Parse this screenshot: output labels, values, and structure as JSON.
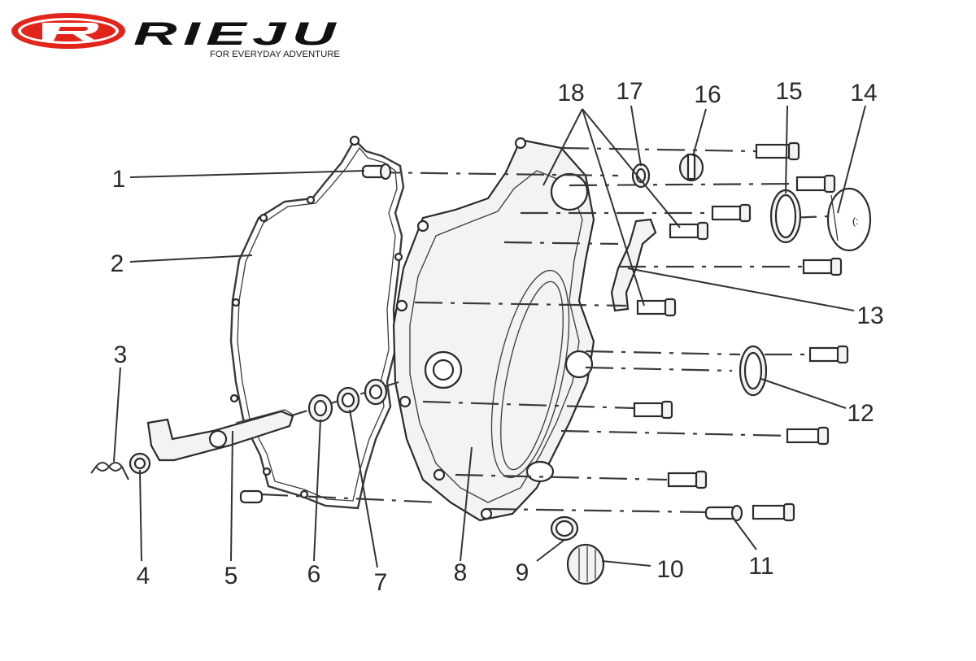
{
  "brand": {
    "name": "RIEJU",
    "tagline": "FOR EVERYDAY ADVENTURE",
    "colors": {
      "red": "#e3241b",
      "black": "#111111"
    }
  },
  "diagram": {
    "callouts": [
      {
        "id": "c1",
        "label": "1"
      },
      {
        "id": "c2",
        "label": "2"
      },
      {
        "id": "c3",
        "label": "3"
      },
      {
        "id": "c4",
        "label": "4"
      },
      {
        "id": "c5",
        "label": "5"
      },
      {
        "id": "c6",
        "label": "6"
      },
      {
        "id": "c7",
        "label": "7"
      },
      {
        "id": "c8",
        "label": "8"
      },
      {
        "id": "c9",
        "label": "9"
      },
      {
        "id": "c10",
        "label": "10"
      },
      {
        "id": "c11",
        "label": "11"
      },
      {
        "id": "c12",
        "label": "12"
      },
      {
        "id": "c13",
        "label": "13"
      },
      {
        "id": "c14",
        "label": "14"
      },
      {
        "id": "c15",
        "label": "15"
      },
      {
        "id": "c16",
        "label": "16"
      },
      {
        "id": "c17",
        "label": "17"
      },
      {
        "id": "c18",
        "label": "18"
      }
    ]
  }
}
